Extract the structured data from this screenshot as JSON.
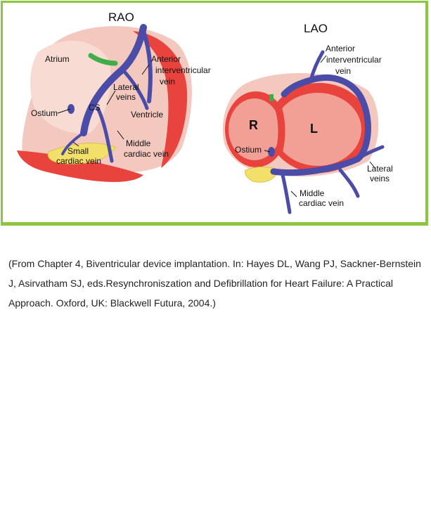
{
  "figure": {
    "rao": {
      "title": "RAO",
      "labels": {
        "atrium": "Atrium",
        "anterior_1": "Anterior",
        "anterior_2": "interventricular",
        "anterior_3": "vein",
        "lateral_1": "Lateral",
        "lateral_2": "veins",
        "cs": "CS",
        "ostium": "Ostium",
        "ventricle": "Ventricle",
        "middle_1": "Middle",
        "middle_2": "cardiac vein",
        "small_1": "Small",
        "small_2": "cardiac vein"
      }
    },
    "lao": {
      "title": "LAO",
      "labels": {
        "anterior_1": "Anterior",
        "anterior_2": "interventricular",
        "anterior_3": "vein",
        "r": "R",
        "l": "L",
        "ostium": "Ostium",
        "lateral_1": "Lateral",
        "lateral_2": "veins",
        "middle_1": "Middle",
        "middle_2": "cardiac vein"
      }
    }
  },
  "caption": "(From Chapter 4, Biventricular device implantation. In: Hayes DL, Wang PJ, Sackner-Bernstein J, Asirvatham SJ, eds.Resynchroniszation and Defibrillation for Heart Failure: A Practical Approach. Oxford, UK: Blackwell Futura, 2004.)",
  "colors": {
    "frame_border": "#8cc63f",
    "myocardium": "#e8433c",
    "chamber": "#f2a095",
    "vein": "#4b4ba8",
    "fat": "#f2e06a",
    "cs_valve": "#3fae49"
  }
}
